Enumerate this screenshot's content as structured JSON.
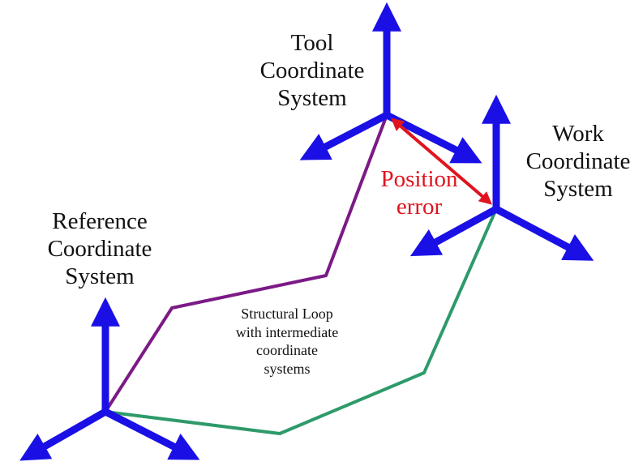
{
  "labels": {
    "tool": [
      "Tool",
      "Coordinate",
      "System"
    ],
    "work": [
      "Work",
      "Coordinate",
      "System"
    ],
    "reference": [
      "Reference",
      "Coordinate",
      "System"
    ],
    "position_error": [
      "Position",
      "error"
    ],
    "loop": [
      "Structural Loop",
      "with intermediate",
      "coordinate",
      "systems"
    ]
  },
  "colors": {
    "axis": "#1a10e6",
    "tool_loop": "#7b1a86",
    "work_loop": "#2e9a6a",
    "error": "#e0141e"
  },
  "icons": {
    "coordinate_frame": "three-arrow-triad-icon",
    "error_arrow": "double-headed-arrow-icon"
  }
}
